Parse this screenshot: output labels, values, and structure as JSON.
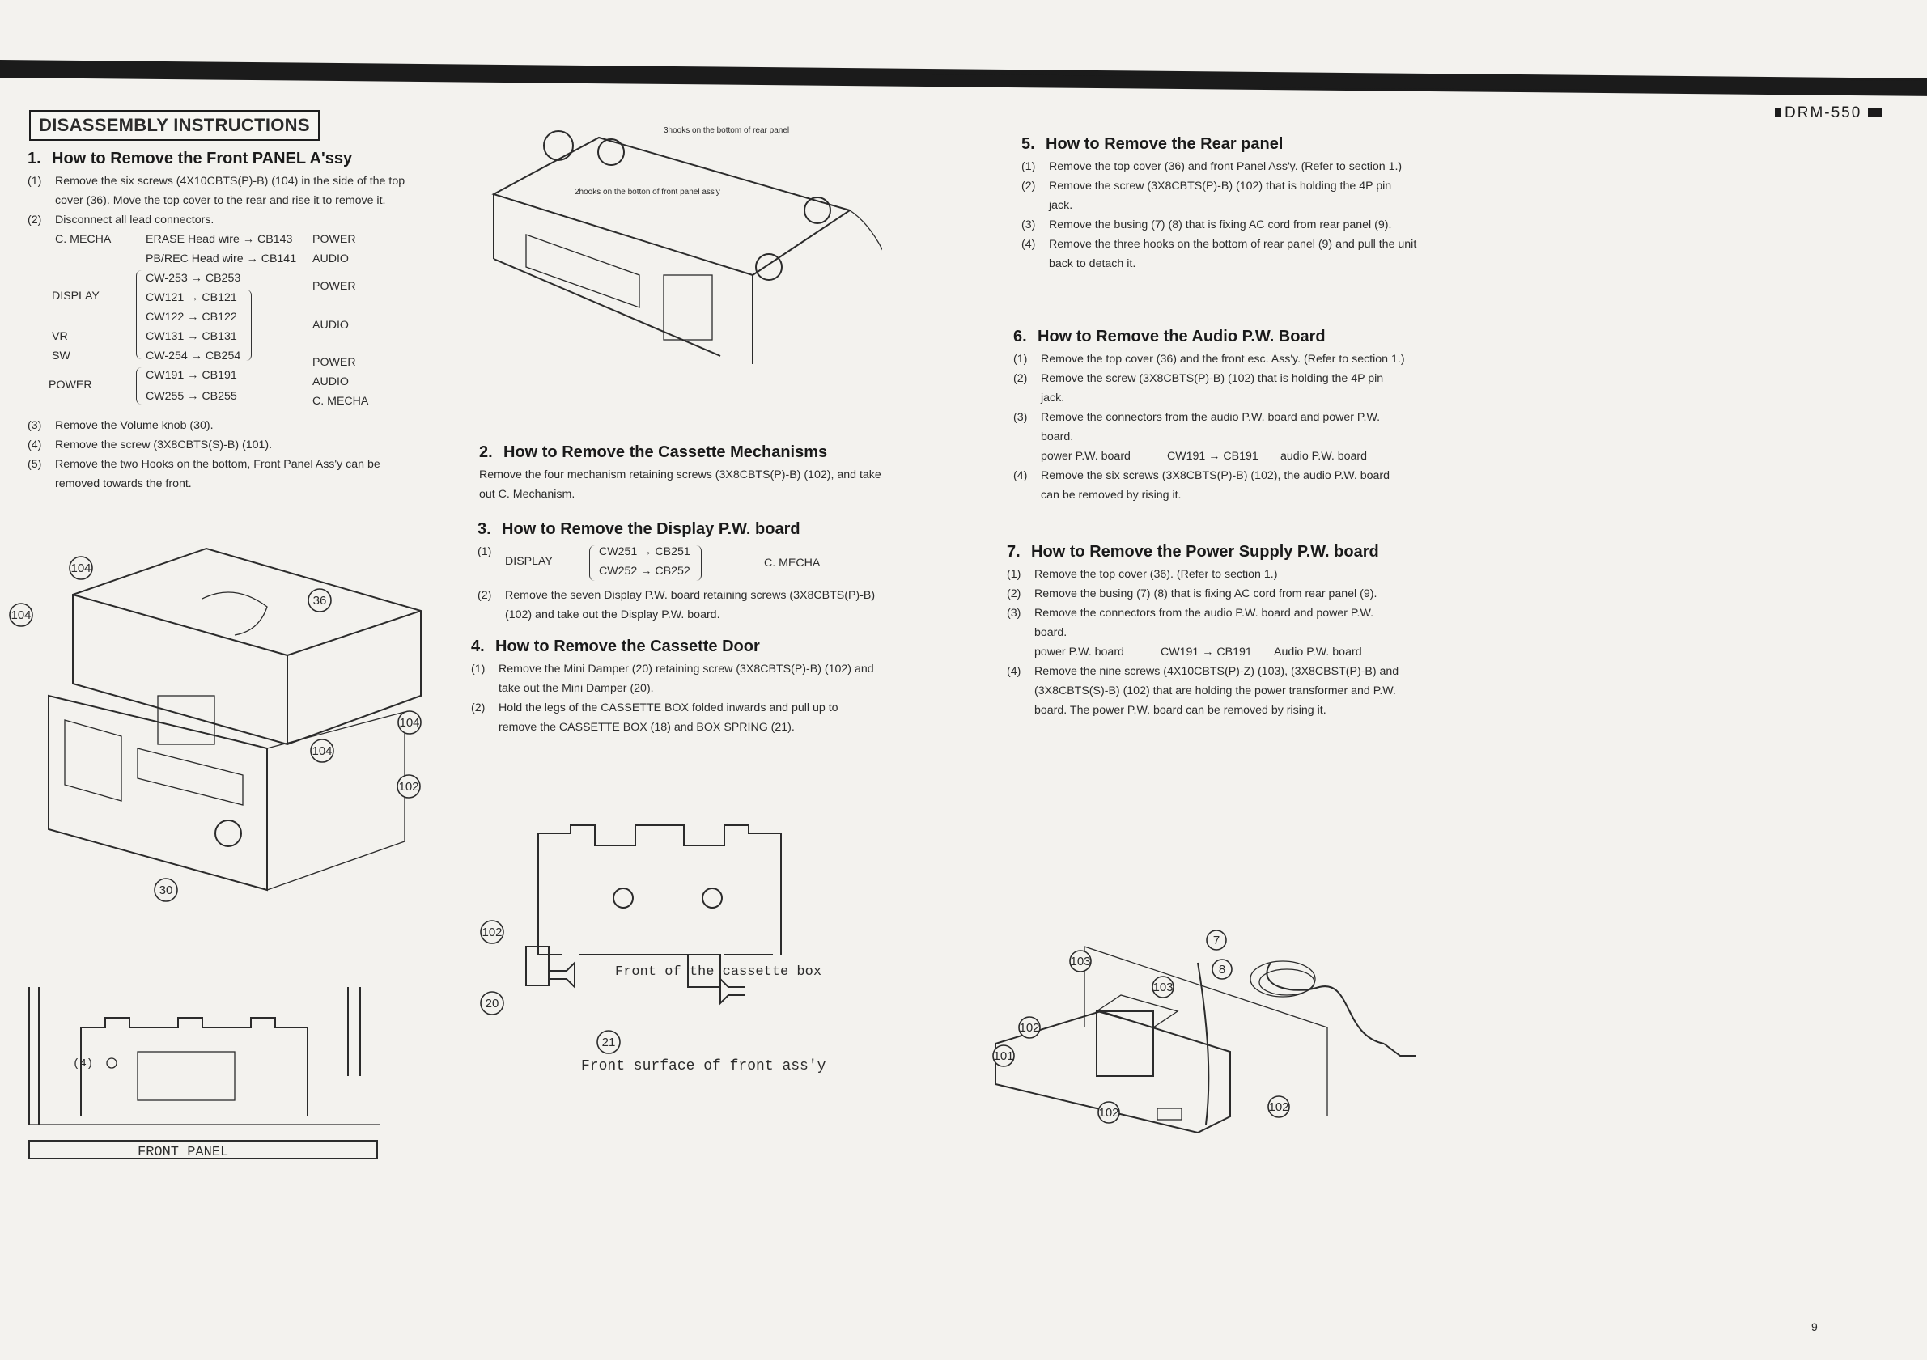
{
  "header": {
    "model": "DRM-550",
    "section_title": "DISASSEMBLY INSTRUCTIONS"
  },
  "s1": {
    "num": "1.",
    "title": "How to Remove the Front PANEL A'ssy",
    "steps": [
      {
        "n": "(1)",
        "t": "Remove the six screws (4X10CBTS(P)-B) (104) in the side of the top cover (36). Move the top cover to the rear and rise it to remove it."
      },
      {
        "n": "(2)",
        "t": "Disconnect all lead connectors."
      }
    ],
    "table": {
      "cmecha": "C. MECHA",
      "display": "DISPLAY",
      "vr": "VR",
      "sw": "SW",
      "power": "POWER",
      "r1": "ERASE Head wire → CB143",
      "r1b": "POWER",
      "r2": "PB/REC Head wire → CB141",
      "r2b": "AUDIO",
      "r3": "CW-253 → CB253",
      "r3b": "POWER",
      "r4": "CW121 → CB121",
      "r5": "CW122 → CB122",
      "r5b": "AUDIO",
      "r6": "CW131 → CB131",
      "r7": "CW-254 → CB254",
      "r7b": "POWER",
      "r8": "CW191 → CB191",
      "r8b": "AUDIO",
      "r9": "CW255 → CB255",
      "r9b": "C. MECHA"
    },
    "steps2": [
      {
        "n": "(3)",
        "t": "Remove the Volume knob (30)."
      },
      {
        "n": "(4)",
        "t": "Remove the screw (3X8CBTS(S)-B) (101)."
      },
      {
        "n": "(5)",
        "t": "Remove the two Hooks on the bottom, Front Panel Ass'y can be removed towards the front."
      }
    ]
  },
  "s2": {
    "num": "2.",
    "title": "How to Remove the Cassette Mechanisms",
    "text": "Remove the four mechanism retaining screws (3X8CBTS(P)-B) (102), and take out C. Mechanism."
  },
  "s3": {
    "num": "3.",
    "title": "How to Remove the Display P.W. board",
    "n1": "(1)",
    "display": "DISPLAY",
    "r1": "CW251 → CB251",
    "r2": "CW252 → CB252",
    "dest": "C. MECHA",
    "steps": [
      {
        "n": "(2)",
        "t": "Remove the seven Display P.W. board retaining screws (3X8CBTS(P)-B) (102) and take out the Display P.W. board."
      }
    ]
  },
  "s4": {
    "num": "4.",
    "title": "How to Remove the Cassette Door",
    "steps": [
      {
        "n": "(1)",
        "t": "Remove the Mini Damper (20) retaining screw (3X8CBTS(P)-B) (102) and take out the Mini Damper (20)."
      },
      {
        "n": "(2)",
        "t": "Hold the legs of the CASSETTE BOX folded inwards and pull up to remove the CASSETTE BOX (18) and BOX SPRING (21)."
      }
    ]
  },
  "s5": {
    "num": "5.",
    "title": "How to Remove the Rear panel",
    "steps": [
      {
        "n": "(1)",
        "t": "Remove the top cover (36) and front Panel Ass'y. (Refer to section 1.)"
      },
      {
        "n": "(2)",
        "t": "Remove the screw (3X8CBTS(P)-B) (102) that is holding the 4P pin jack."
      },
      {
        "n": "(3)",
        "t": "Remove the busing (7) (8) that is fixing AC cord from rear panel (9)."
      },
      {
        "n": "(4)",
        "t": "Remove the three hooks on the bottom of rear panel (9) and pull the unit back to detach it."
      }
    ]
  },
  "s6": {
    "num": "6.",
    "title": "How to Remove the Audio P.W. Board",
    "steps": [
      {
        "n": "(1)",
        "t": "Remove the top cover (36) and the front esc. Ass'y. (Refer to section 1.)"
      },
      {
        "n": "(2)",
        "t": "Remove the screw (3X8CBTS(P)-B) (102) that is holding the 4P pin jack."
      },
      {
        "n": "(3)",
        "t": "Remove the connectors from the audio P.W. board and power P.W. board."
      }
    ],
    "conn": {
      "a": "power P.W. board",
      "b": "CW191 → CB191",
      "c": "audio P.W. board"
    },
    "steps2": [
      {
        "n": "(4)",
        "t": "Remove the six screws (3X8CBTS(P)-B) (102), the audio P.W. board can be removed by rising it."
      }
    ]
  },
  "s7": {
    "num": "7.",
    "title": "How to Remove the Power Supply P.W. board",
    "steps": [
      {
        "n": "(1)",
        "t": "Remove the top cover (36). (Refer to section 1.)"
      },
      {
        "n": "(2)",
        "t": "Remove the busing (7) (8) that is fixing AC cord from rear panel (9)."
      },
      {
        "n": "(3)",
        "t": "Remove the connectors from the audio P.W. board and power P.W. board."
      }
    ],
    "conn": {
      "a": "power P.W. board",
      "b": "CW191 → CB191",
      "c": "Audio P.W. board"
    },
    "steps2": [
      {
        "n": "(4)",
        "t": "Remove the nine screws (4X10CBTS(P)-Z) (103), (3X8CBST(P)-B) and (3X8CBTS(S)-B) (102) that are holding the power transformer and P.W. board. The power P.W. board can be removed by rising it."
      }
    ]
  },
  "figures": {
    "hooks_rear": "3hooks on the bottom of rear panel",
    "hooks_front": "2hooks on the botton of front panel ass'y",
    "front_panel": "FRONT PANEL",
    "front_box": "Front of the cassette box",
    "front_surface": "Front surface of front ass'y",
    "c104": "104",
    "c36": "36",
    "c102": "102",
    "c30": "30",
    "c4": "(4)",
    "c20": "20",
    "c21": "21",
    "c103": "103",
    "c101": "101",
    "c7": "7",
    "c8": "8"
  },
  "footer": {
    "page": "9"
  }
}
